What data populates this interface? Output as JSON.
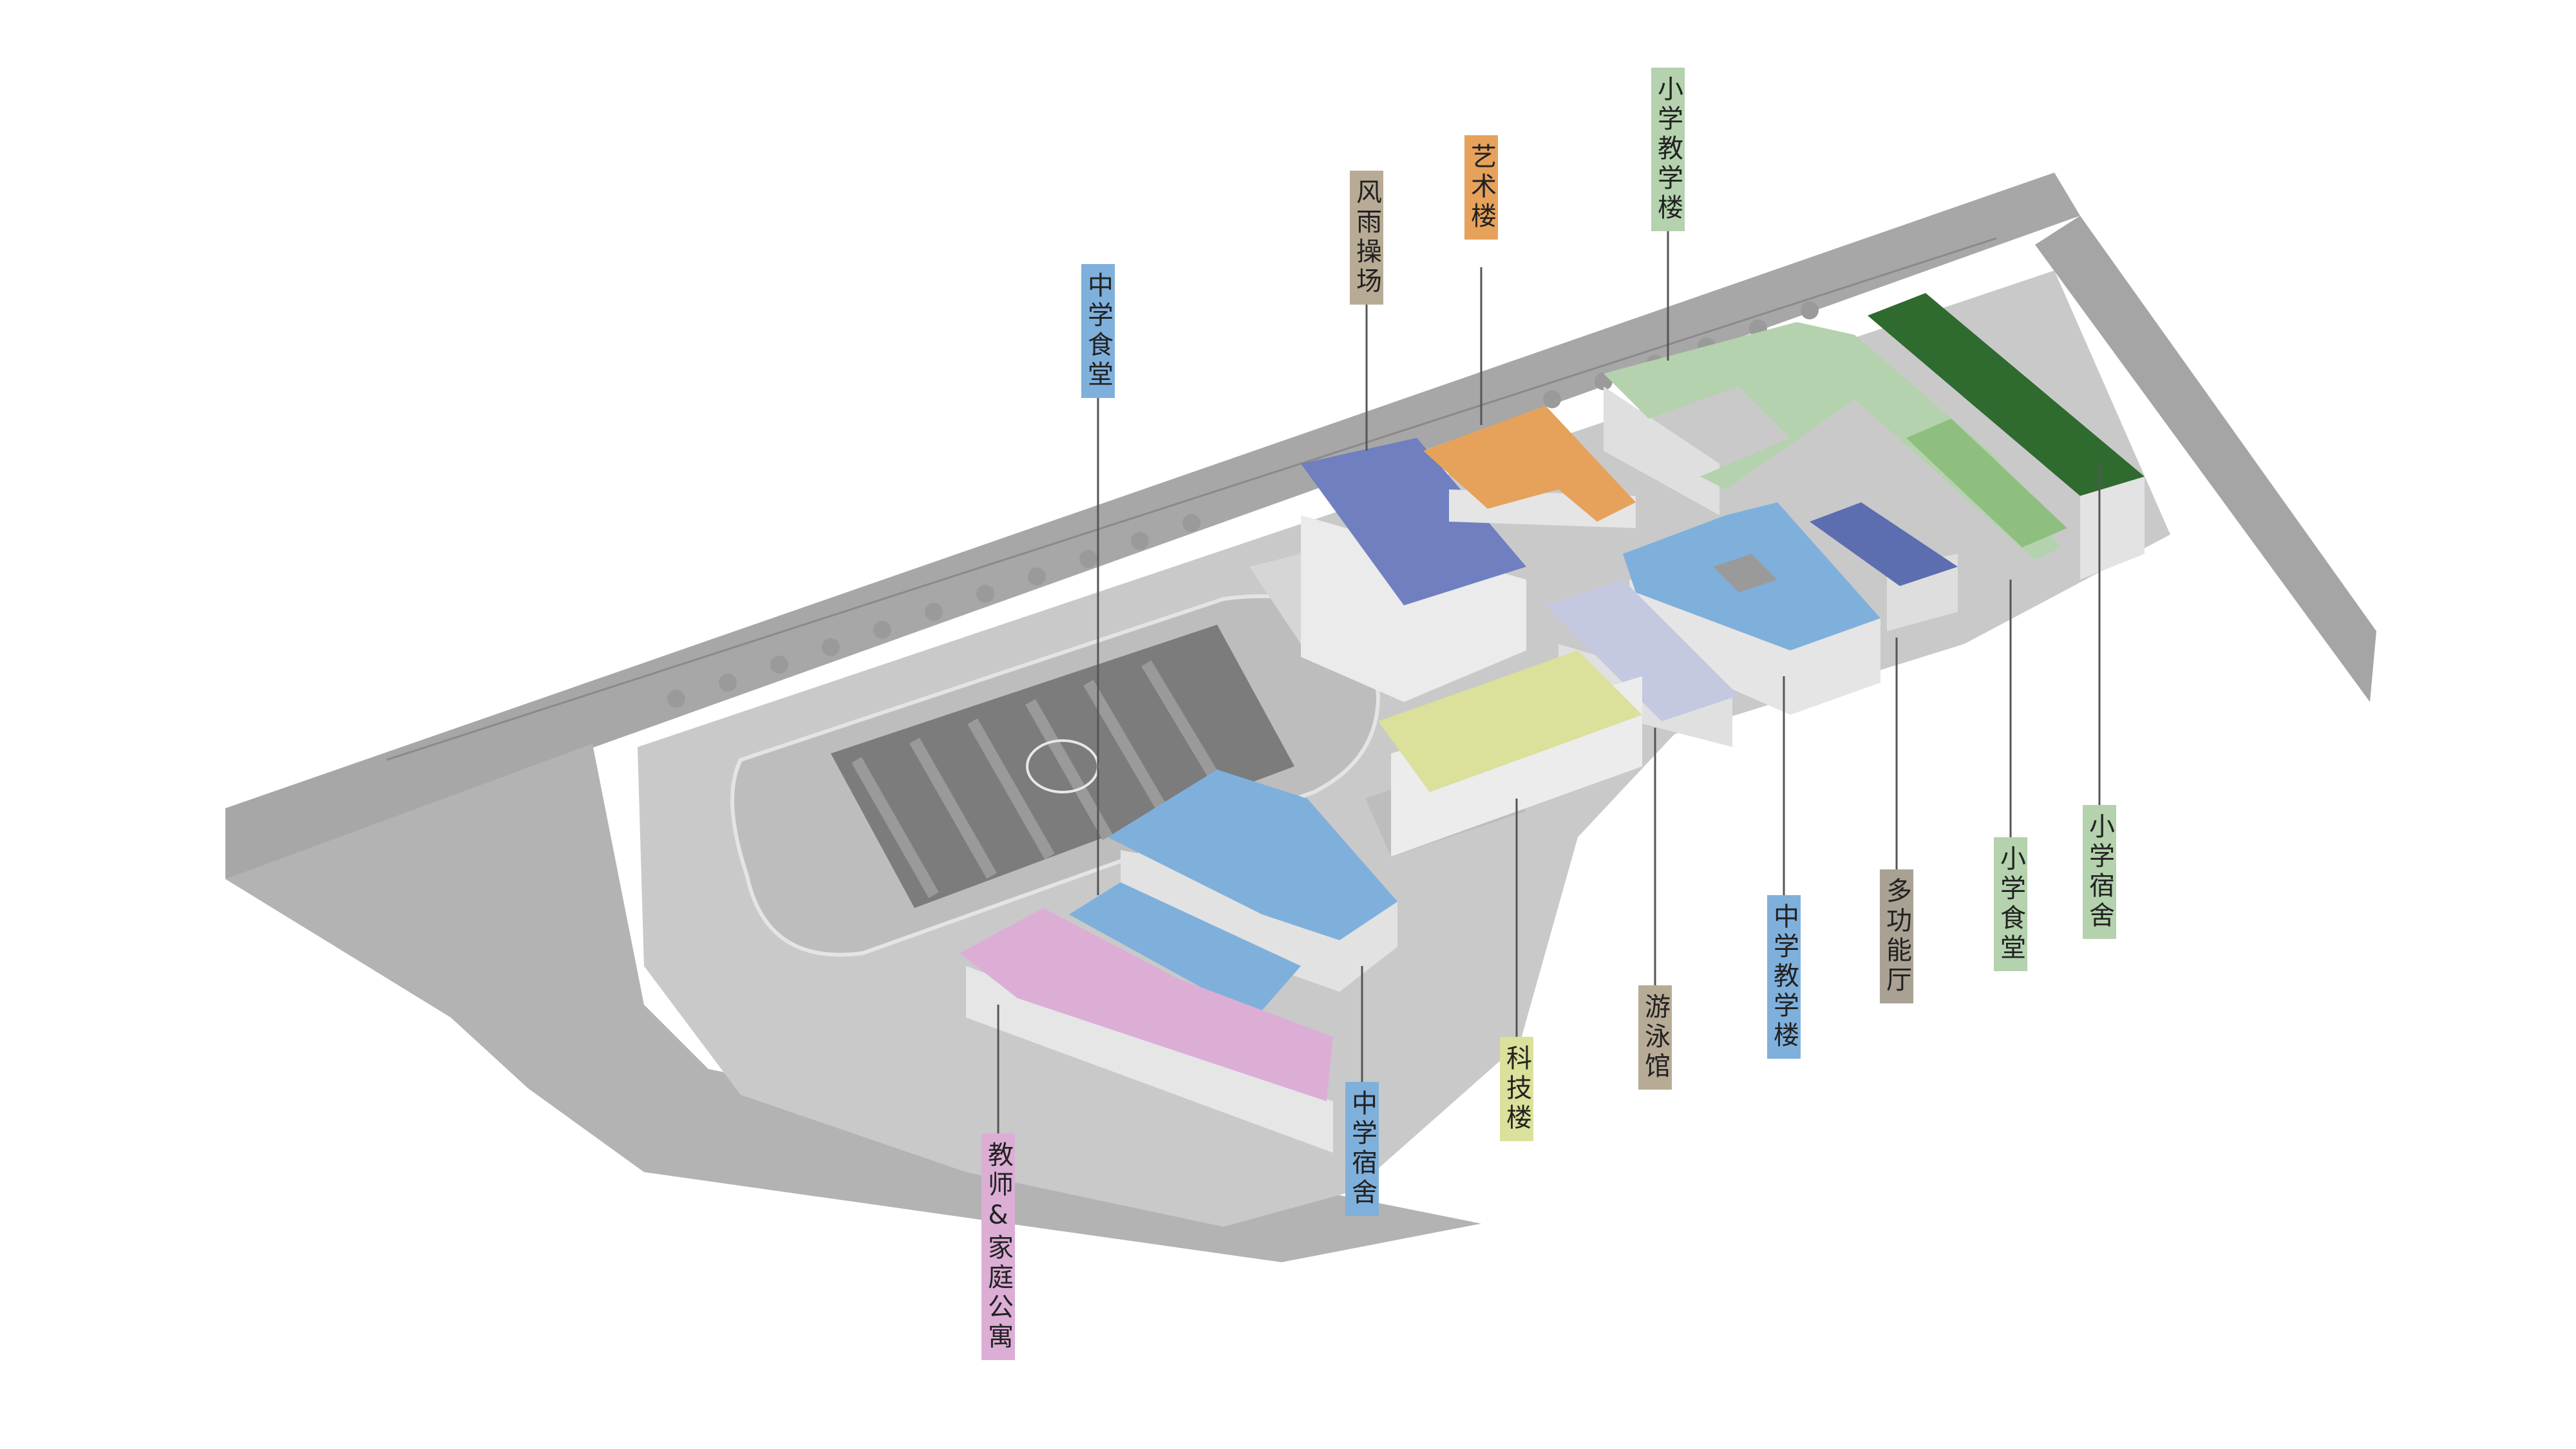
{
  "labels": {
    "middle_canteen": "中学食堂",
    "rain_playground": "风雨操场",
    "art_building": "艺术楼",
    "primary_teaching": "小学教学楼",
    "primary_dorm": "小学宿舍",
    "primary_canteen": "小学食堂",
    "multi_hall": "多功能厅",
    "middle_teaching": "中学教学楼",
    "natatorium": "游泳馆",
    "science_building": "科技楼",
    "middle_dorm": "中学宿舍",
    "teacher_apartment": "教师&家庭公寓"
  },
  "colors": {
    "middle_school": "#7fb0dc",
    "rain_playground": "#b8ab96",
    "art": "#e6a25b",
    "primary_teaching": "#b4d2ad",
    "primary_dorm": "#b4d2ad",
    "primary_dorm_roof": "#2f6a2f",
    "primary_canteen_roof": "#8fbf7f",
    "multi_hall": "#a9a193",
    "multi_hall_roof": "#5c6eb0",
    "gym_roof": "#6f7fc0",
    "natatorium": "#b8ab96",
    "natatorium_roof": "#c4c8e0",
    "science": "#dbe09a",
    "teacher": "#dcaed6"
  }
}
